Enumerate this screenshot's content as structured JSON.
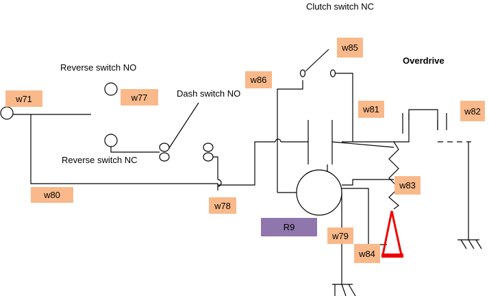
{
  "labels": {
    "clutch_switch": "Clutch switch NC",
    "overdrive": "Overdrive",
    "reverse_switch_no": "Reverse switch NO",
    "dash_switch": "Dash switch NO",
    "reverse_switch_nc": "Reverse switch NC"
  },
  "wires": {
    "w71": "w71",
    "w77": "w77",
    "w80": "w80",
    "w78": "w78",
    "w86": "w86",
    "w85": "w85",
    "w81": "w81",
    "w82": "w82",
    "w83": "w83",
    "w79": "w79",
    "w84": "w84"
  },
  "relay": {
    "label": "R9",
    "color": "#8f76ad"
  },
  "colors": {
    "wire_tag": "#f9b98a",
    "line": "#000000",
    "warning_triangle": "#ee0000"
  }
}
